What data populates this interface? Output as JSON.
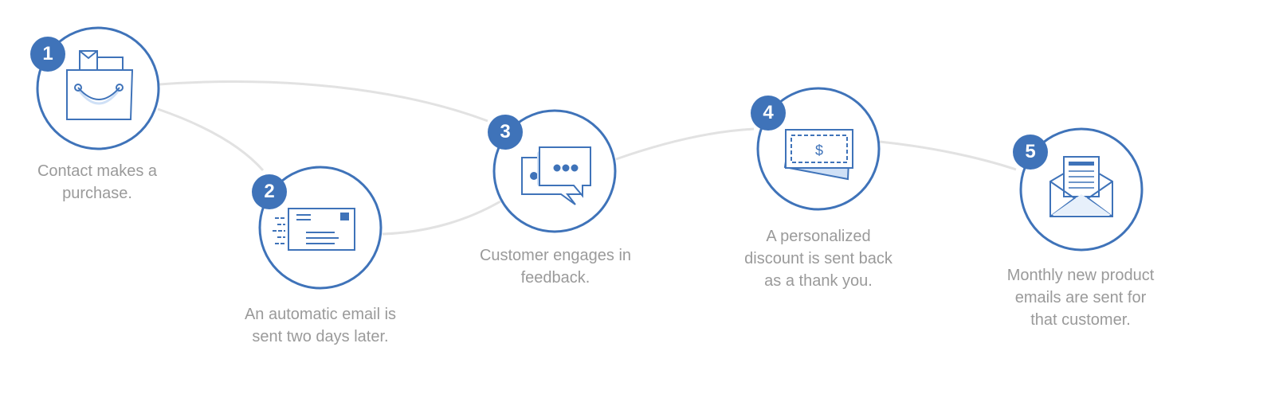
{
  "colors": {
    "accent": "#3f73b9",
    "light_accent": "#cfe0f6",
    "connector": "#e2e2e2",
    "caption": "#9a9a9a"
  },
  "steps": [
    {
      "number": "1",
      "icon": "shopping-bag-icon",
      "caption_lines": [
        "Contact makes a",
        "purchase."
      ]
    },
    {
      "number": "2",
      "icon": "envelope-sending-icon",
      "caption_lines": [
        "An automatic email is",
        "sent two days later."
      ]
    },
    {
      "number": "3",
      "icon": "chat-bubbles-icon",
      "caption_lines": [
        "Customer engages in",
        "feedback."
      ]
    },
    {
      "number": "4",
      "icon": "dollar-bills-icon",
      "caption_lines": [
        "A personalized",
        "discount is sent back",
        "as a thank you."
      ]
    },
    {
      "number": "5",
      "icon": "open-envelope-newsletter-icon",
      "caption_lines": [
        "Monthly new product",
        "emails are sent for",
        "that customer."
      ]
    }
  ]
}
